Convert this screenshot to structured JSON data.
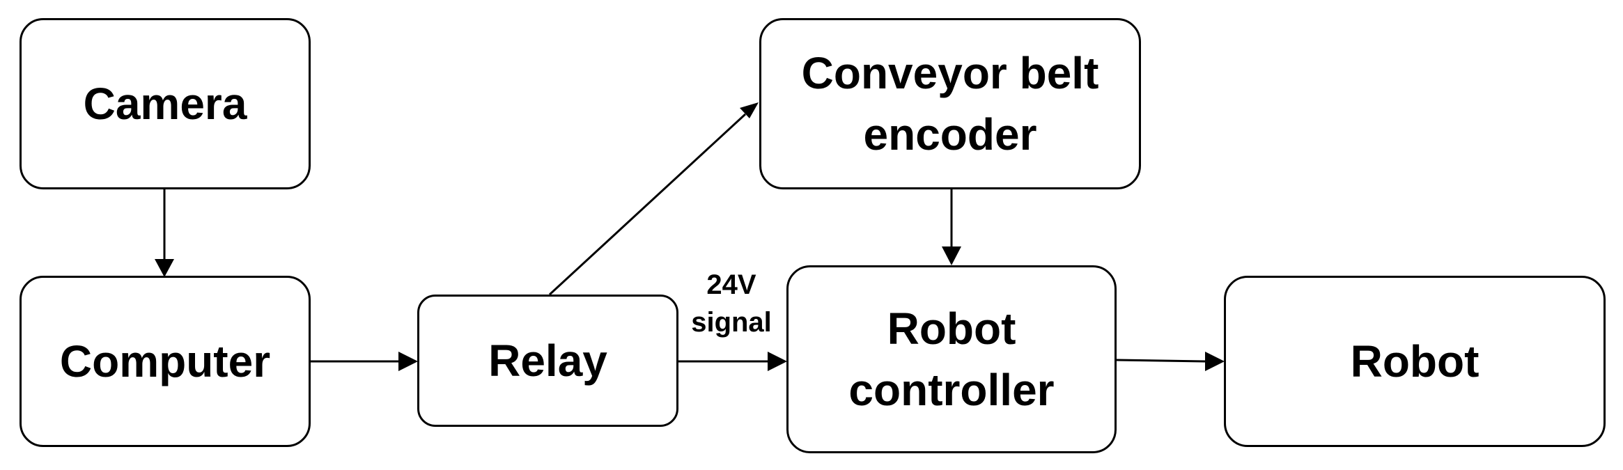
{
  "nodes": {
    "camera": {
      "label": "Camera"
    },
    "computer": {
      "label": "Computer"
    },
    "relay": {
      "label": "Relay"
    },
    "conveyor_encoder": {
      "lines": [
        "Conveyor belt",
        "encoder"
      ]
    },
    "robot_controller": {
      "lines": [
        "Robot",
        "controller"
      ]
    },
    "robot": {
      "label": "Robot"
    }
  },
  "edges": [
    {
      "from": "Camera",
      "to": "Computer"
    },
    {
      "from": "Computer",
      "to": "Relay"
    },
    {
      "from": "Relay",
      "to": "Conveyor belt encoder"
    },
    {
      "from": "Relay",
      "to": "Robot controller",
      "label_lines": [
        "24V",
        "signal"
      ]
    },
    {
      "from": "Conveyor belt encoder",
      "to": "Robot controller"
    },
    {
      "from": "Robot controller",
      "to": "Robot"
    }
  ],
  "colors": {
    "stroke": "#000000",
    "fill": "#ffffff"
  }
}
